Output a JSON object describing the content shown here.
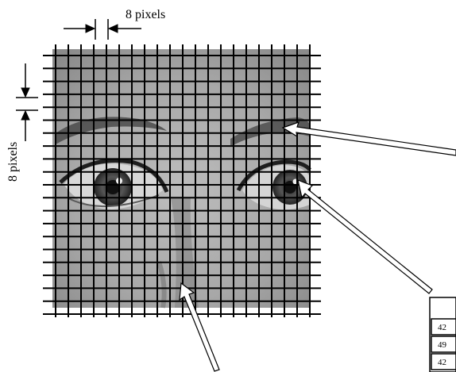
{
  "labels": {
    "horizontal_dim": "8 pixels",
    "vertical_dim": "8 pixels"
  },
  "grid": {
    "columns": 21,
    "rows": 21
  },
  "pixel_values": [
    "42",
    "49",
    "42"
  ],
  "icons": {
    "photo": "eyes-photo",
    "arrows": [
      "arrow-eyebrow",
      "arrow-eye",
      "arrow-nose"
    ]
  },
  "colors": {
    "ink": "#000000",
    "arrow_fill": "#ffffff"
  }
}
